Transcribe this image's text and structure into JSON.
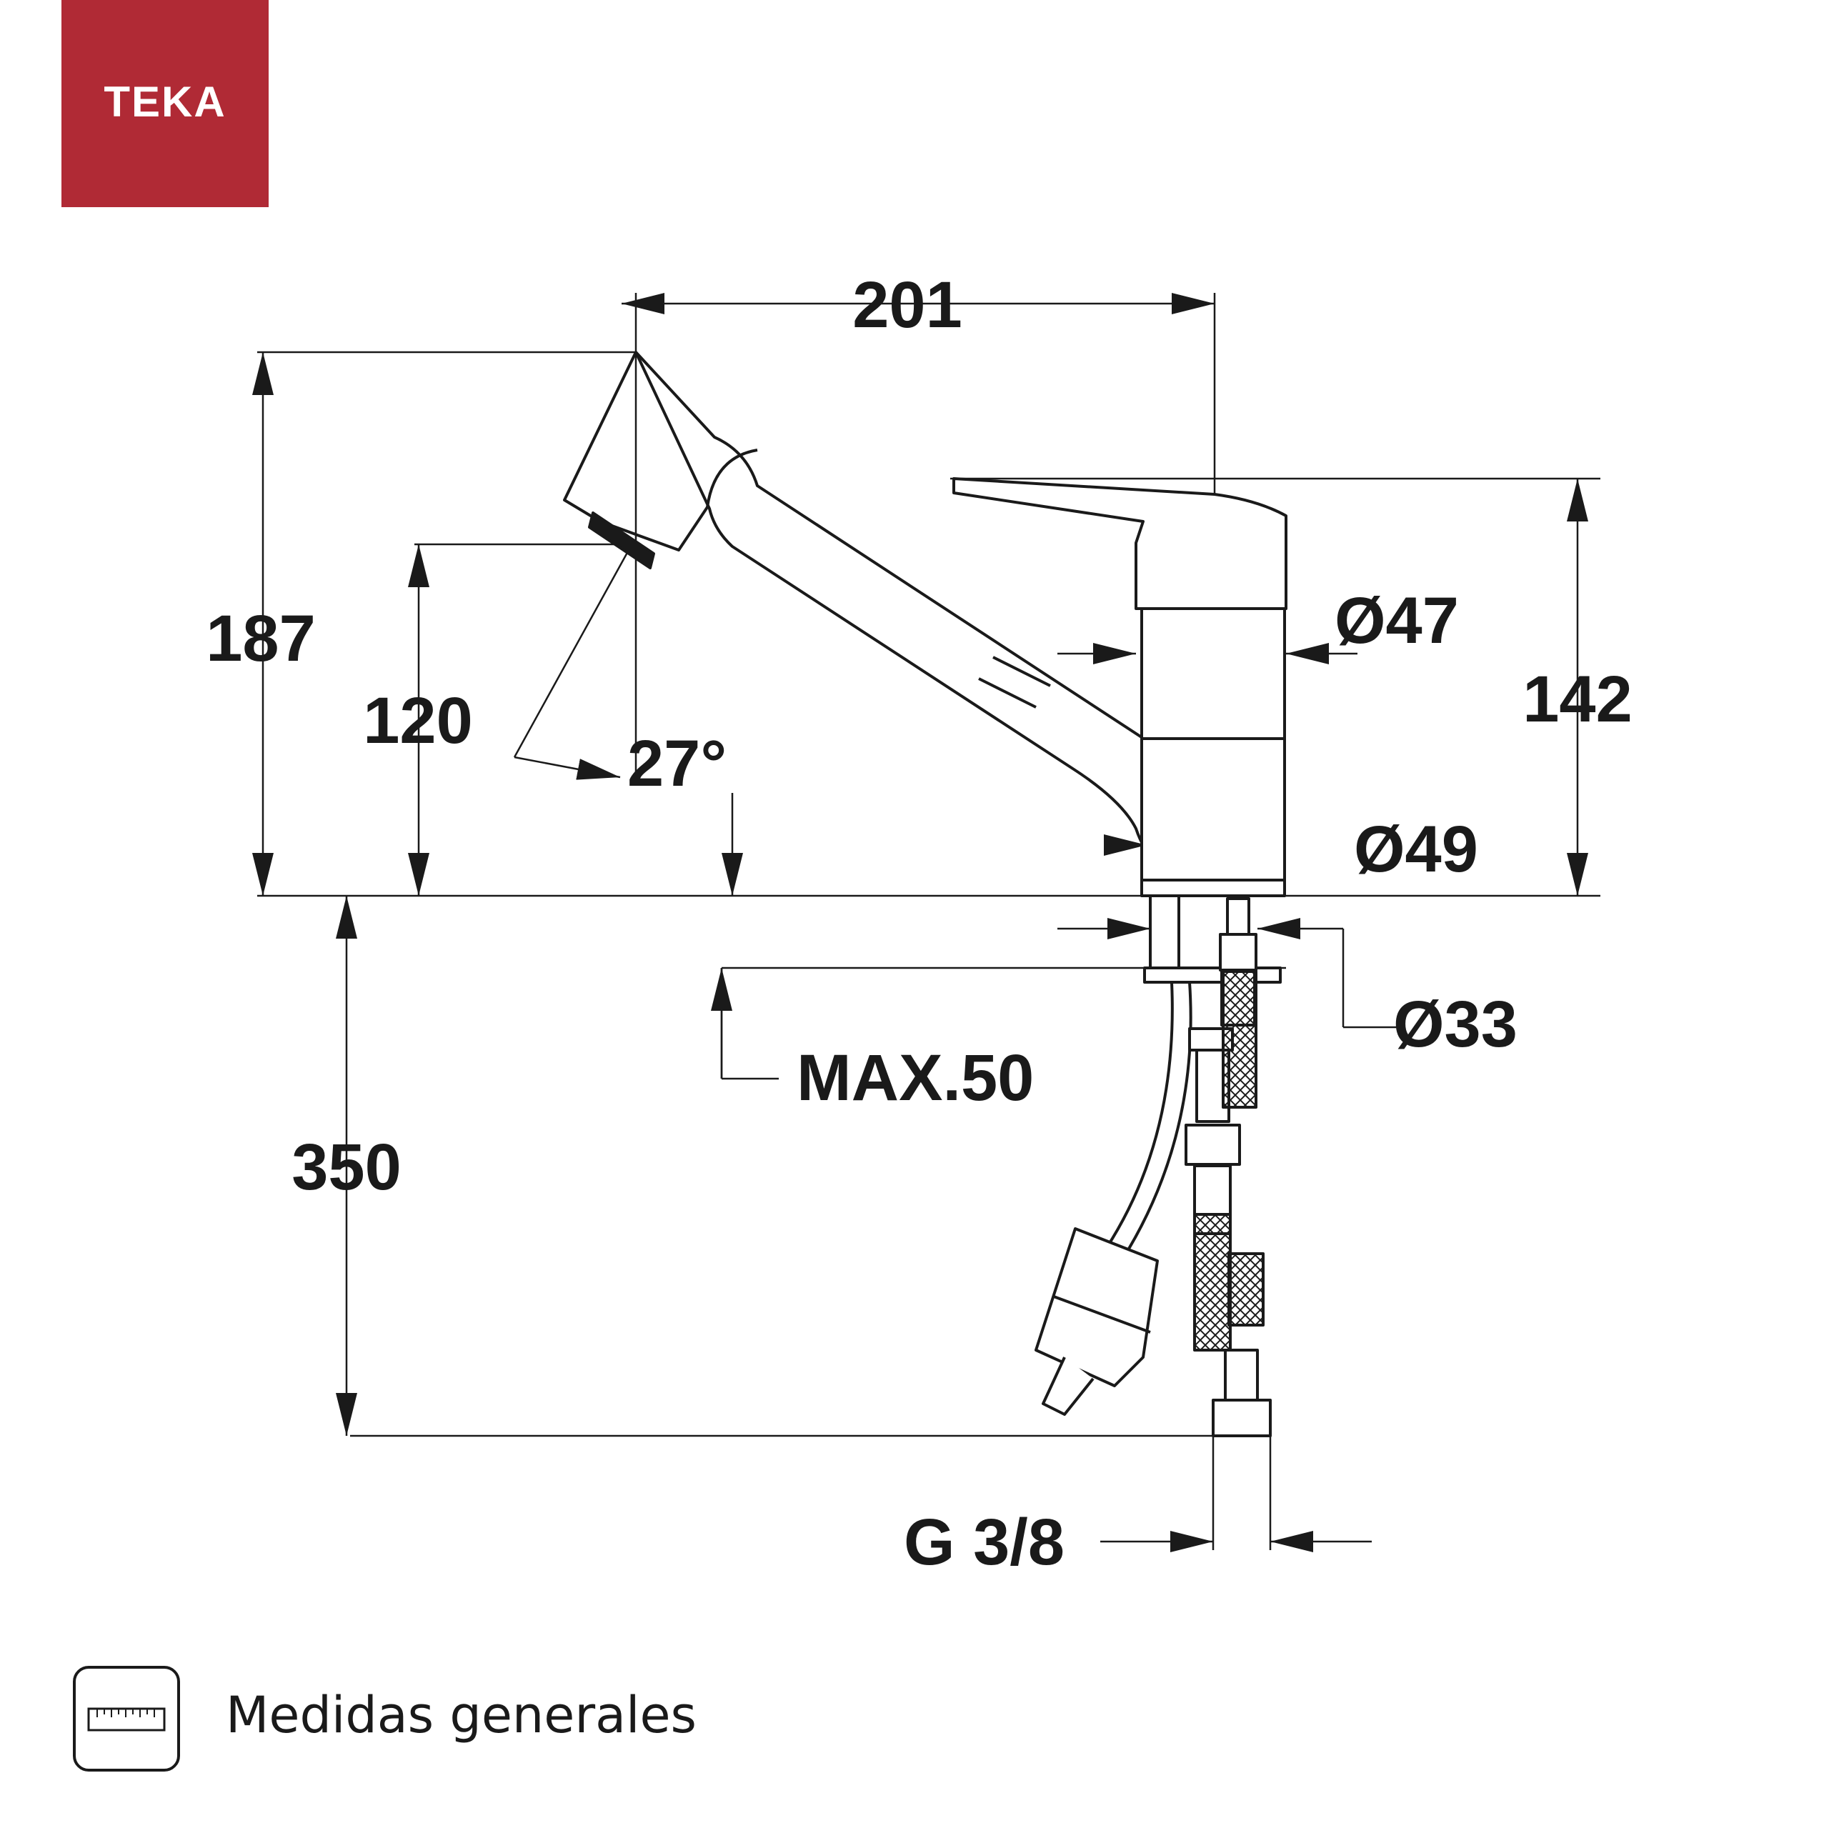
{
  "brand": {
    "name": "TEKA",
    "color": "#b02a35"
  },
  "dimensions": {
    "width_total": "201",
    "height_total": "187",
    "spout_height": "120",
    "spout_angle": "27°",
    "body_height": "142",
    "diameter_upper": "Ø47",
    "diameter_base": "Ø49",
    "diameter_shank": "Ø33",
    "max_counter_thickness": "MAX.50",
    "hose_length": "350",
    "connection_thread": "G 3/8"
  },
  "footer": {
    "icon": "ruler-icon",
    "label": "Medidas generales"
  }
}
